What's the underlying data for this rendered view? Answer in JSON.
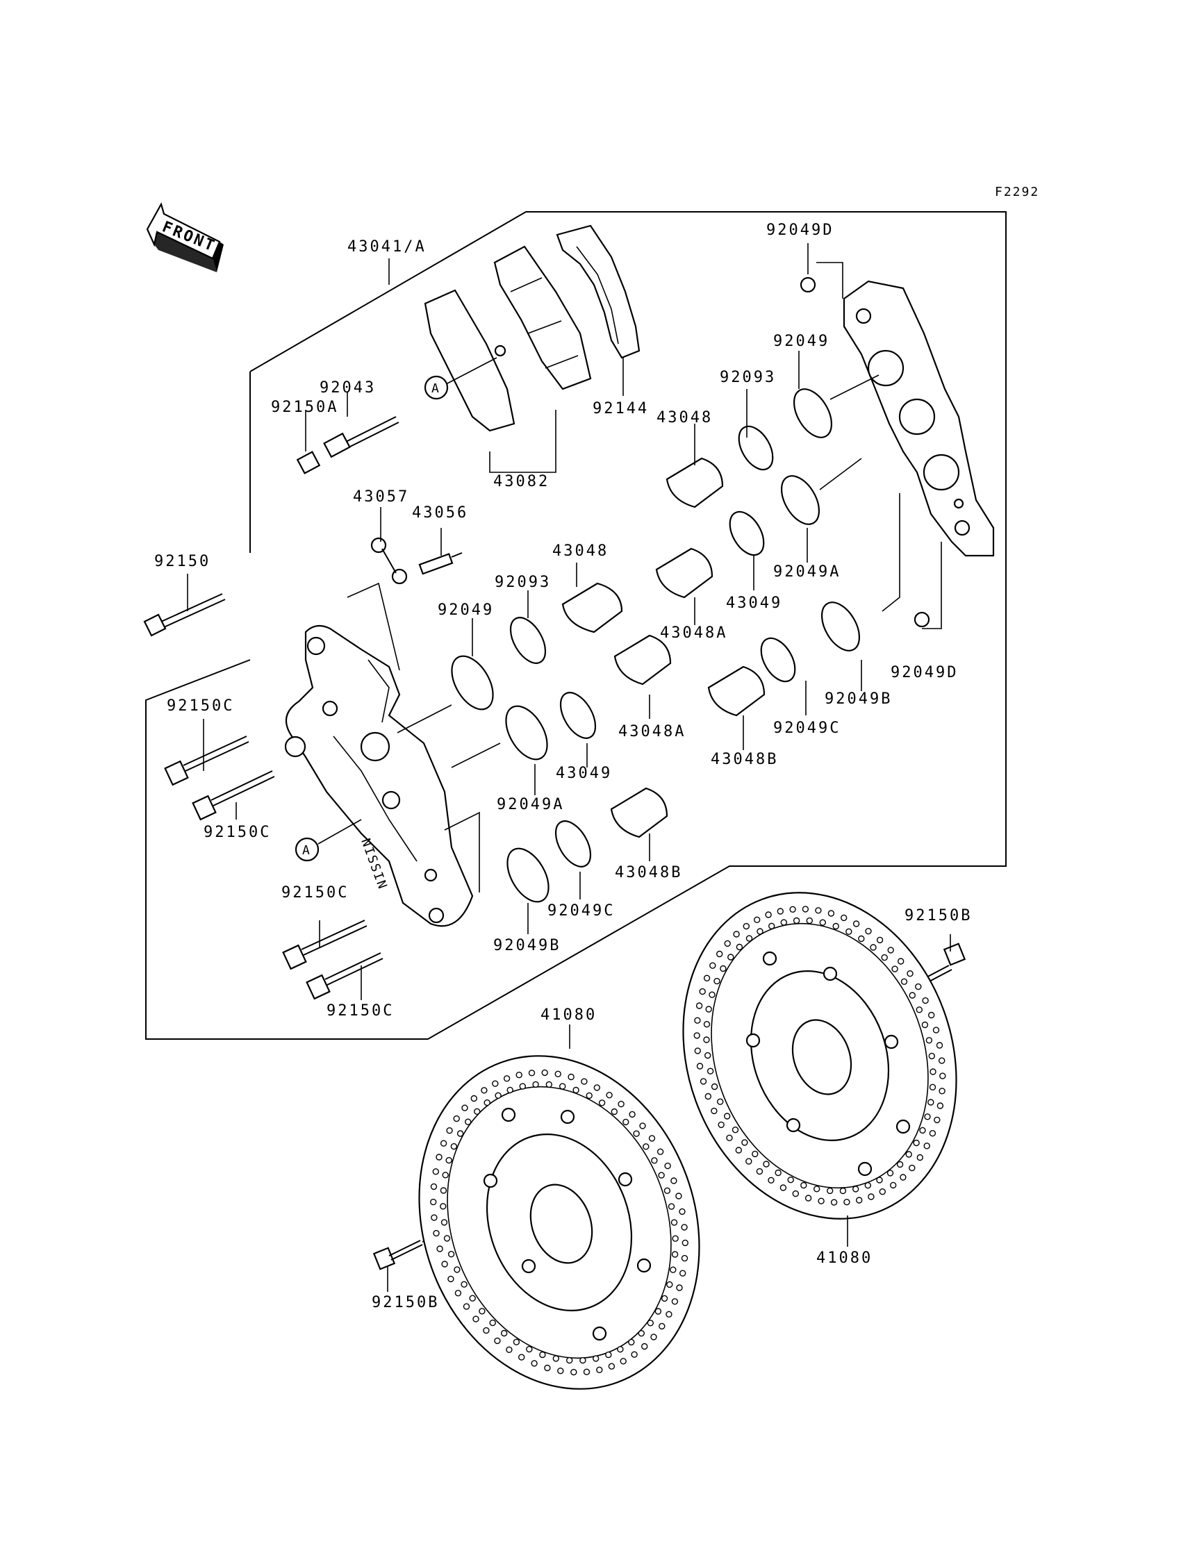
{
  "figure_code": "F2292",
  "front_label": "FRONT",
  "callout_letter": "A",
  "labels": {
    "caliper_assy": "43041/A",
    "stopper_pin": "92043",
    "plug_a": "92150A",
    "pads": "43082",
    "pad_spring": "92144",
    "seal_top": "92049D",
    "seal_92049_right": "92049",
    "dust_seal_right": "92093",
    "piston_right_top": "43048",
    "seal_92049a_right": "92049A",
    "seal_43049_right": "43049",
    "piston_43048a_right": "43048A",
    "seal_92049b_right": "92049B",
    "seal_92049c_right": "92049C",
    "piston_43048b_right": "43048B",
    "seal_bottom": "92049D",
    "banjo_bolt": "43057",
    "bleeder": "43056",
    "piston_center": "43048",
    "dust_seal_left": "92093",
    "seal_92049_left": "92049",
    "bolt_92150": "92150",
    "piston_43048a_left": "43048A",
    "seal_43049_left": "43049",
    "seal_92049a_left": "92049A",
    "piston_43048b_left": "43048B",
    "seal_92049c_left": "92049C",
    "seal_92049b_left": "92049B",
    "bolt_c1": "92150C",
    "bolt_c2": "92150C",
    "bolt_c3": "92150C",
    "bolt_c4": "92150C",
    "disc_bolt_right": "92150B",
    "disc_bolt_left": "92150B",
    "disc_left": "41080",
    "disc_right": "41080"
  }
}
